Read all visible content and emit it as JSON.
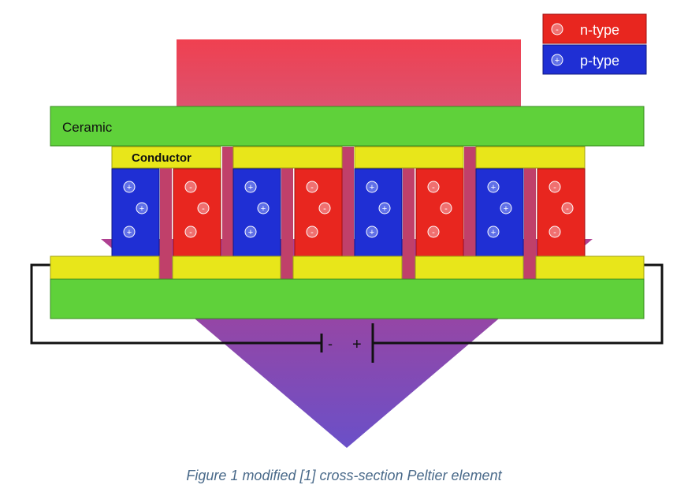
{
  "legend": {
    "n_type": {
      "sign": "-",
      "label": "n-type"
    },
    "p_type": {
      "sign": "+",
      "label": "p-type"
    }
  },
  "labels": {
    "ceramic": "Ceramic",
    "conductor": "Conductor"
  },
  "carriers": {
    "p_sign": "+",
    "n_sign": "-"
  },
  "battery": {
    "minus": "-",
    "plus": "+"
  },
  "caption": "Figure 1 modified [1] cross-section Peltier element",
  "colors": {
    "ceramic": "#5fd13a",
    "conductor": "#e8e61a",
    "n_type": "#e8261f",
    "p_type": "#1f2fd4",
    "gap": "#c0406a",
    "heat_top": "#f04050",
    "heat_bottom": "#6a50c8",
    "wire": "#111111",
    "caption": "#4a6a8a"
  },
  "semiconductors": [
    "p",
    "n",
    "p",
    "n",
    "p",
    "n",
    "p",
    "n"
  ]
}
